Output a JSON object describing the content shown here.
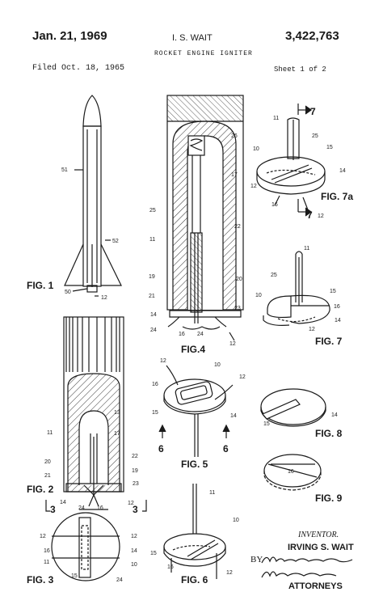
{
  "header": {
    "date": "Jan. 21, 1969",
    "inventor": "I. S. WAIT",
    "patent_number": "3,422,763",
    "title": "ROCKET ENGINE IGNITER",
    "filed": "Filed Oct. 18, 1965",
    "sheet": "Sheet  1  of 2"
  },
  "figures": {
    "fig1": "FIG. 1",
    "fig2": "FIG. 2",
    "fig3": "FIG. 3",
    "fig4": "FIG.4",
    "fig5": "FIG. 5",
    "fig6": "FIG. 6",
    "fig7": "FIG. 7",
    "fig7a": "FIG. 7a",
    "fig8": "FIG. 8",
    "fig9": "FIG. 9"
  },
  "section_marks": {
    "seven": "7",
    "six": "6",
    "three": "3"
  },
  "reference_numerals": {
    "n10": "10",
    "n11": "11",
    "n12": "12",
    "n13": "13",
    "n14": "14",
    "n15": "15",
    "n16": "16",
    "n17": "17",
    "n19": "19",
    "n20": "20",
    "n21": "21",
    "n22": "22",
    "n23": "23",
    "n24": "24",
    "n25": "25",
    "n26": "26",
    "n50": "50",
    "n51": "51",
    "n52": "52"
  },
  "signature": {
    "inventor_label": "INVENTOR.",
    "inventor_name": "IRVING S. WAIT",
    "by": "BY",
    "attorneys": "ATTORNEYS"
  }
}
